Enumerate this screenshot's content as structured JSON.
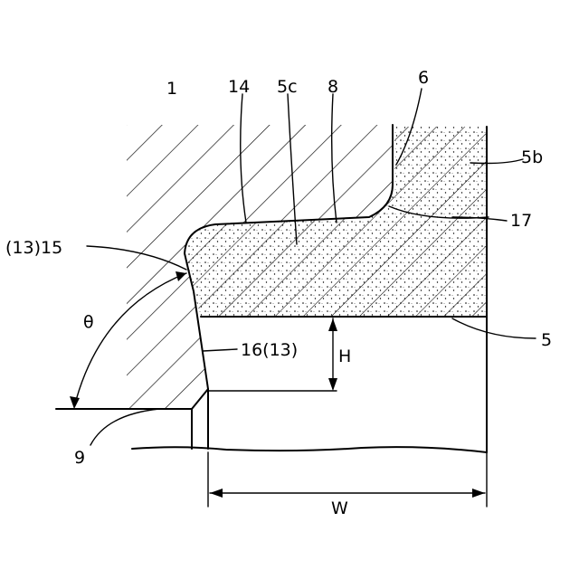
{
  "figure": {
    "labels": {
      "housing": "1",
      "ref_14": "14",
      "ref_5c": "5c",
      "ref_8": "8",
      "ref_6": "6",
      "ref_5b": "5b",
      "ref_17": "17",
      "ref_13_15": "(13)15",
      "theta": "θ",
      "ref_16_13": "16(13)",
      "height": "H",
      "ref_5": "5",
      "ref_9": "9",
      "width": "W"
    }
  }
}
